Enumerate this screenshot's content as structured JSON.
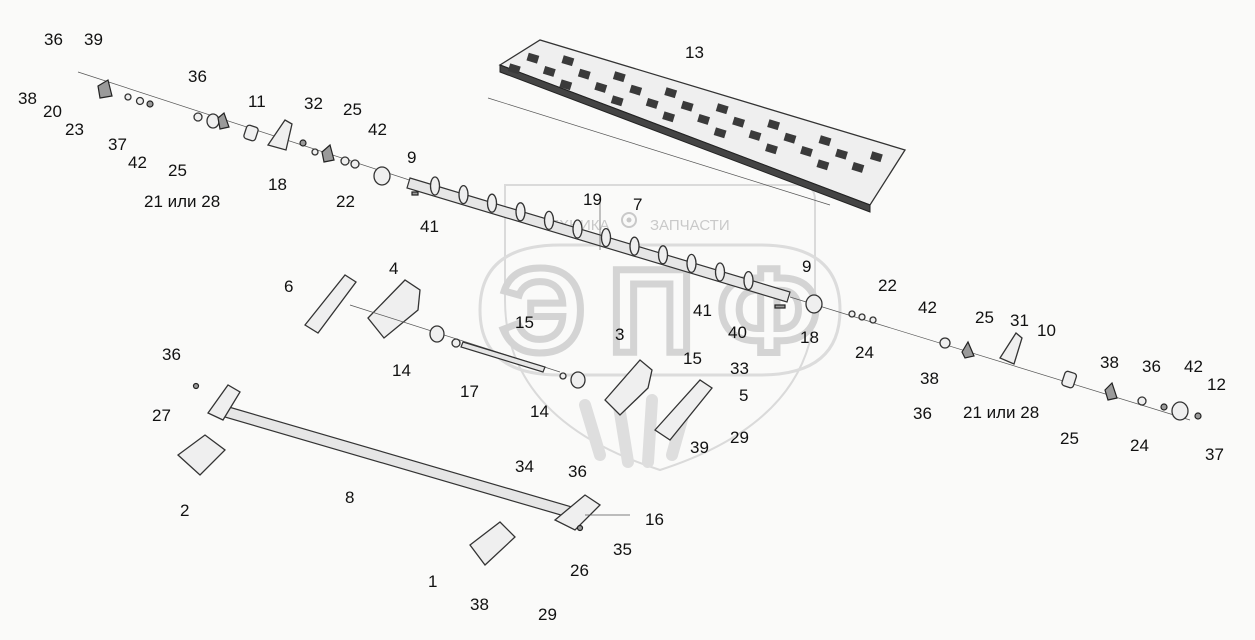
{
  "watermark": {
    "line_left": "ТЕХНИКА",
    "line_right": "ЗАПЧАСТИ",
    "logo": "ЭПФ",
    "gear_icon": "gear-icon"
  },
  "labels": [
    {
      "id": "l36a",
      "text": "36"
    },
    {
      "id": "l39a",
      "text": "39"
    },
    {
      "id": "l38a",
      "text": "38"
    },
    {
      "id": "l20",
      "text": "20"
    },
    {
      "id": "l23",
      "text": "23"
    },
    {
      "id": "l36b",
      "text": "36"
    },
    {
      "id": "l37a",
      "text": "37"
    },
    {
      "id": "l42a",
      "text": "42"
    },
    {
      "id": "l25a",
      "text": "25"
    },
    {
      "id": "l11",
      "text": "11"
    },
    {
      "id": "l32",
      "text": "32"
    },
    {
      "id": "l25b",
      "text": "25"
    },
    {
      "id": "l42b",
      "text": "42"
    },
    {
      "id": "l9a",
      "text": "9"
    },
    {
      "id": "l18a",
      "text": "18"
    },
    {
      "id": "l2128a",
      "text": "21 или 28"
    },
    {
      "id": "l22a",
      "text": "22"
    },
    {
      "id": "l41a",
      "text": "41"
    },
    {
      "id": "l13",
      "text": "13"
    },
    {
      "id": "l19",
      "text": "19"
    },
    {
      "id": "l7",
      "text": "7"
    },
    {
      "id": "l4",
      "text": "4"
    },
    {
      "id": "l6",
      "text": "6"
    },
    {
      "id": "l15a",
      "text": "15"
    },
    {
      "id": "l3",
      "text": "3"
    },
    {
      "id": "l41b",
      "text": "41"
    },
    {
      "id": "l40",
      "text": "40"
    },
    {
      "id": "l9b",
      "text": "9"
    },
    {
      "id": "l22b",
      "text": "22"
    },
    {
      "id": "l18b",
      "text": "18"
    },
    {
      "id": "l24a",
      "text": "24"
    },
    {
      "id": "l42c",
      "text": "42"
    },
    {
      "id": "l25c",
      "text": "25"
    },
    {
      "id": "l31",
      "text": "31"
    },
    {
      "id": "l10",
      "text": "10"
    },
    {
      "id": "l14a",
      "text": "14"
    },
    {
      "id": "l17",
      "text": "17"
    },
    {
      "id": "l15b",
      "text": "15"
    },
    {
      "id": "l33",
      "text": "33"
    },
    {
      "id": "l5",
      "text": "5"
    },
    {
      "id": "l14b",
      "text": "14"
    },
    {
      "id": "l39b",
      "text": "39"
    },
    {
      "id": "l29a",
      "text": "29"
    },
    {
      "id": "l38b",
      "text": "38"
    },
    {
      "id": "l36c",
      "text": "36"
    },
    {
      "id": "l2128b",
      "text": "21 или 28"
    },
    {
      "id": "l38c",
      "text": "38"
    },
    {
      "id": "l36d",
      "text": "36"
    },
    {
      "id": "l42d",
      "text": "42"
    },
    {
      "id": "l12",
      "text": "12"
    },
    {
      "id": "l25d",
      "text": "25"
    },
    {
      "id": "l24b",
      "text": "24"
    },
    {
      "id": "l37b",
      "text": "37"
    },
    {
      "id": "l36e",
      "text": "36"
    },
    {
      "id": "l27",
      "text": "27"
    },
    {
      "id": "l2",
      "text": "2"
    },
    {
      "id": "l8",
      "text": "8"
    },
    {
      "id": "l34",
      "text": "34"
    },
    {
      "id": "l36f",
      "text": "36"
    },
    {
      "id": "l16",
      "text": "16"
    },
    {
      "id": "l35",
      "text": "35"
    },
    {
      "id": "l26",
      "text": "26"
    },
    {
      "id": "l1",
      "text": "1"
    },
    {
      "id": "l38d",
      "text": "38"
    },
    {
      "id": "l29b",
      "text": "29"
    }
  ]
}
